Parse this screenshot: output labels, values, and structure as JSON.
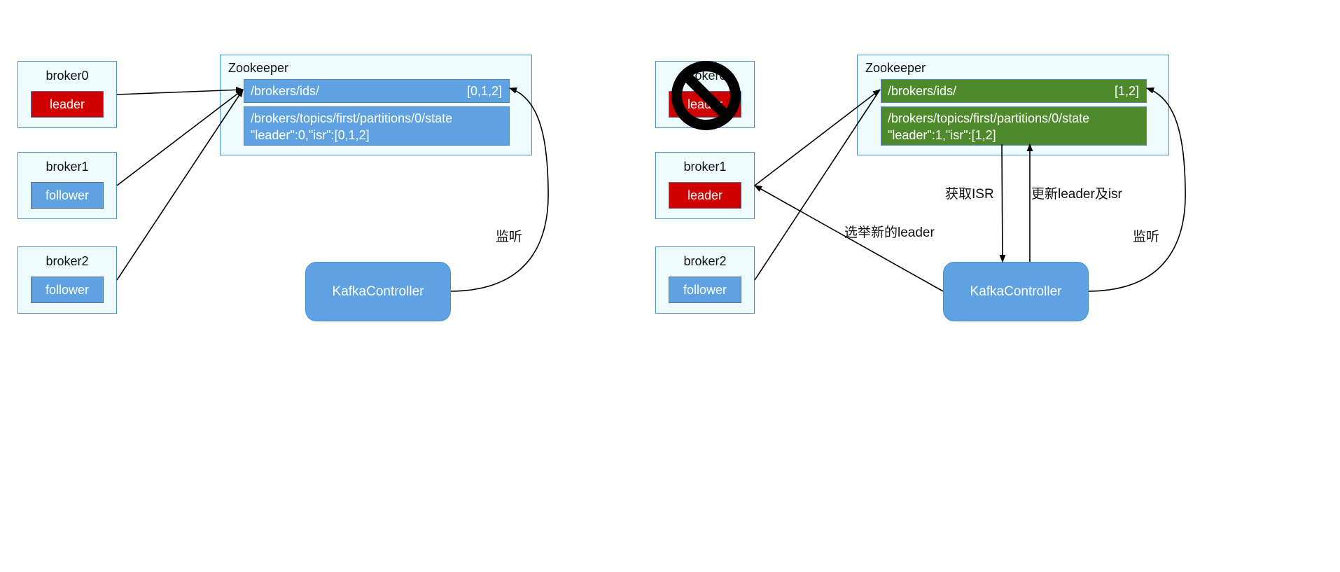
{
  "colors": {
    "panel_bg": "#eefcfd",
    "panel_border": "#4a8fd0",
    "leader_red": "#d00000",
    "follower_blue": "#5fa2e2",
    "zk_blue": "#5fa2e2",
    "zk_green": "#4e8a2c"
  },
  "before": {
    "brokers": [
      {
        "name": "broker0",
        "role": "leader"
      },
      {
        "name": "broker1",
        "role": "follower"
      },
      {
        "name": "broker2",
        "role": "follower"
      }
    ],
    "zookeeper": {
      "title": "Zookeeper",
      "ids_path": "/brokers/ids/",
      "ids_value": "[0,1,2]",
      "state_path": "/brokers/topics/first/partitions/0/state",
      "state_value": "\"leader\":0,\"isr\":[0,1,2]"
    },
    "controller": "KafkaController",
    "listen_label": "监听"
  },
  "after": {
    "brokers": [
      {
        "name": "broker0",
        "role": "leader",
        "status": "down",
        "icon": "prohibited-icon"
      },
      {
        "name": "broker1",
        "role": "leader"
      },
      {
        "name": "broker2",
        "role": "follower"
      }
    ],
    "zookeeper": {
      "title": "Zookeeper",
      "ids_path": "/brokers/ids/",
      "ids_value": "[1,2]",
      "state_path": "/brokers/topics/first/partitions/0/state",
      "state_value": "\"leader\":1,\"isr\":[1,2]"
    },
    "controller": "KafkaController",
    "listen_label": "监听",
    "get_isr_label": "获取ISR",
    "update_label": "更新leader及isr",
    "elect_label": "选举新的leader"
  }
}
